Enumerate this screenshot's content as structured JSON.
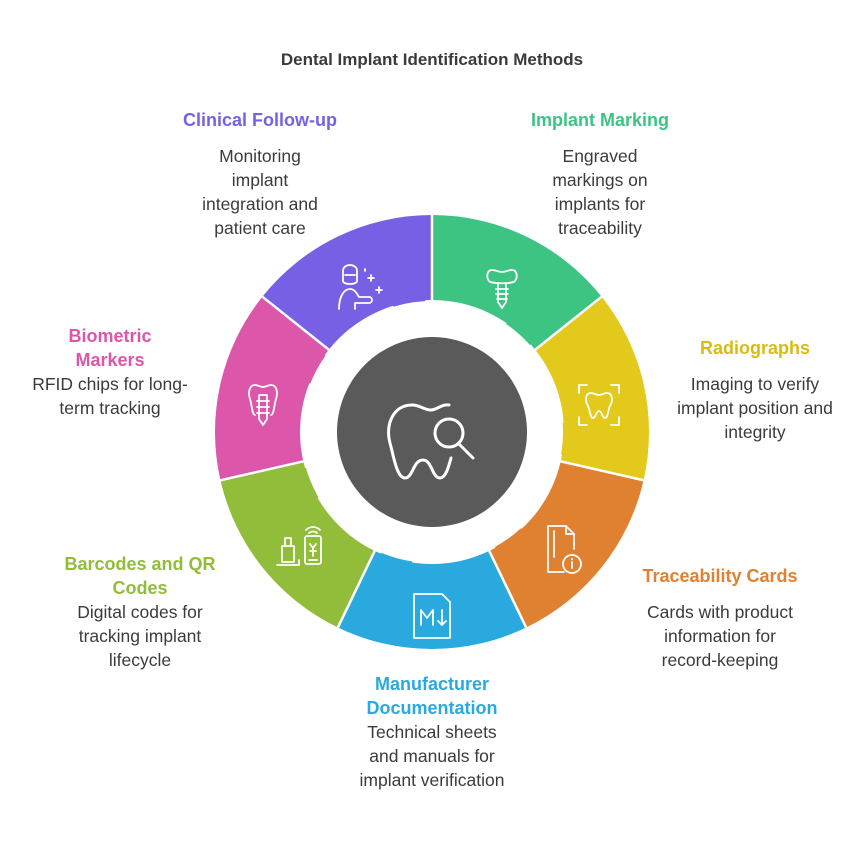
{
  "title": "Dental Implant Identification Methods",
  "segments": [
    {
      "id": "implant-marking",
      "heading": "Implant Marking",
      "description": "Engraved markings on implants for traceability",
      "color": "#3dc483",
      "icon": "tooth-implant-icon"
    },
    {
      "id": "radiographs",
      "heading": "Radiographs",
      "description": "Imaging to verify implant position and integrity",
      "color": "#e2c91c",
      "icon": "tooth-scan-icon"
    },
    {
      "id": "traceability-cards",
      "heading": "Traceability Cards",
      "description": "Cards with product information for record-keeping",
      "color": "#e08131",
      "icon": "file-info-icon"
    },
    {
      "id": "manufacturer-documentation",
      "heading": "Manufacturer Documentation",
      "description": "Technical sheets and manuals for implant verification",
      "color": "#2aa9de",
      "icon": "markdown-download-icon"
    },
    {
      "id": "barcodes-qr",
      "heading": "Barcodes and QR Codes",
      "description": "Digital codes for tracking implant lifecycle",
      "color": "#92bd3a",
      "icon": "phone-scan-icon"
    },
    {
      "id": "biometric-markers",
      "heading": "Biometric Markers",
      "description": "RFID chips for long-term tracking",
      "color": "#dc56a9",
      "icon": "tooth-implant-icon"
    },
    {
      "id": "clinical-follow-up",
      "heading": "Clinical Follow-up",
      "description": "Monitoring implant integration and patient care",
      "color": "#7760e3",
      "icon": "dentist-icon"
    }
  ],
  "center": {
    "color": "#5a5a5a",
    "icon": "tooth-search-icon"
  }
}
